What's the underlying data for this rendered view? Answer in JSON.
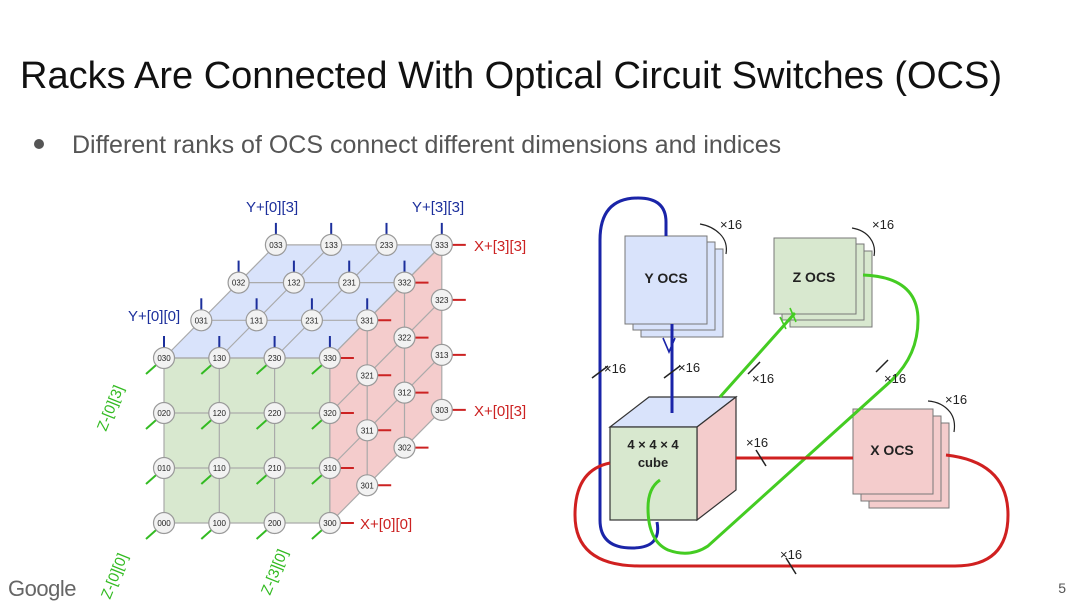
{
  "slide": {
    "title": "Racks Are Connected With Optical Circuit Switches (OCS)",
    "bullet": "Different ranks of OCS connect different dimensions and indices",
    "footer_logo": "Google",
    "page_number": "5"
  },
  "cube_diagram": {
    "front_nodes": [
      "000",
      "100",
      "200",
      "300",
      "010",
      "110",
      "210",
      "310",
      "020",
      "120",
      "220",
      "320",
      "030",
      "130",
      "230",
      "330"
    ],
    "top_nodes": [
      "031",
      "131",
      "231",
      "331",
      "032",
      "132",
      "231",
      "332",
      "033",
      "133",
      "233",
      "333"
    ],
    "right_nodes": [
      "301",
      "311",
      "321",
      "302",
      "312",
      "322",
      "303",
      "313",
      "323"
    ],
    "labels": {
      "y_front": "Y+[0][0]",
      "y_mid": "Y+[0][3]",
      "y_back": "Y+[3][3]",
      "x_top": "X+[3][3]",
      "x_mid": "X+[0][3]",
      "x_bottom": "X+[0][0]",
      "z_upper": "Z-[0][3]",
      "z_lower_left": "Z-[0][0]",
      "z_lower_right": "Z-[3][0]"
    },
    "colors": {
      "top_face": "#d9e3fb",
      "front_face": "#d8e8cf",
      "right_face": "#f4cccc",
      "y_label": "#1c2f9c",
      "x_label": "#cc2222",
      "z_label": "#33bb22"
    }
  },
  "ocs_diagram": {
    "y_ocs": "Y OCS",
    "z_ocs": "Z OCS",
    "x_ocs": "X OCS",
    "cube_line1": "4 × 4 × 4",
    "cube_line2": "cube",
    "multiplier": "×16",
    "colors": {
      "y_link": "#1a24a8",
      "z_link": "#44cc22",
      "x_link": "#d02020",
      "y_box": "#d9e3fb",
      "z_box": "#d8e8cf",
      "x_box": "#f4cccc"
    }
  }
}
